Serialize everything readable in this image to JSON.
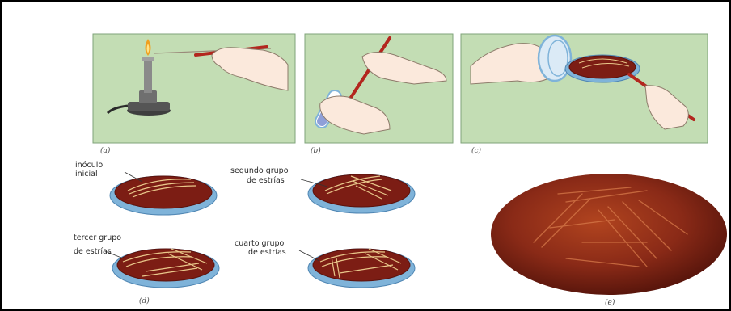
{
  "colors": {
    "panel_bg": "#c3ddb4",
    "panel_border": "#7fa37a",
    "agar": "#7c1d14",
    "agar_rim": "#5b120c",
    "dish": "#7fb3d9",
    "streak": "#e9c78a",
    "rod": "#b3261e",
    "skin": "#fbe9dc",
    "photo_plate": "#8a2a17"
  },
  "panels": [
    {
      "letter": "(a)",
      "icon": "bunsen-burner-flaming-loop"
    },
    {
      "letter": "(b)",
      "icon": "loop-in-test-tube"
    },
    {
      "letter": "(c)",
      "icon": "streaking-petri-dish"
    }
  ],
  "streak_plates": {
    "letter": "(d)",
    "steps": [
      {
        "label_lines": [
          "inóculo",
          "inicial"
        ]
      },
      {
        "label_lines": [
          "segundo grupo",
          "de estrías"
        ]
      },
      {
        "label_lines": [
          "tercer grupo",
          "de estrías"
        ]
      },
      {
        "label_lines": [
          "cuarto grupo",
          "de estrías"
        ]
      }
    ]
  },
  "photo": {
    "letter": "(e)"
  }
}
